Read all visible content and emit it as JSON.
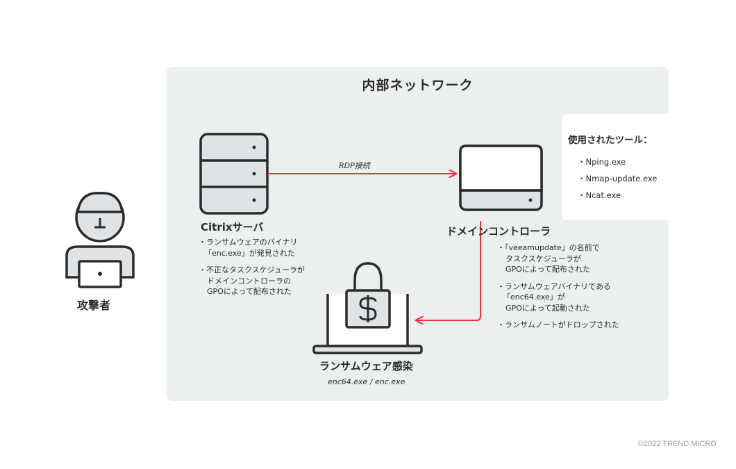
{
  "network": {
    "title": "内部ネットワーク"
  },
  "attacker": {
    "label": "攻撃者"
  },
  "citrix": {
    "label": "Citrixサーバ",
    "bullets": [
      [
        "・ランサムウェアのバイナリ",
        "「enc.exe」が発見された"
      ],
      [
        "・不正なタスクスケジューラが",
        "ドメインコントローラの",
        "GPOによって配布された"
      ]
    ]
  },
  "dc": {
    "label": "ドメインコントローラ",
    "bullets": [
      [
        "・「veeamupdate」の名前で",
        "タスクスケジューラが",
        "GPOによって配布された"
      ],
      [
        "・ランサムウェアバイナリである",
        "「enc64.exe」が",
        "GPOによって起動された"
      ],
      [
        "・ランサムノートがドロップされた"
      ]
    ]
  },
  "connection": {
    "label": "RDP接続"
  },
  "infection": {
    "label": "ランサムウェア感染",
    "files": "enc64.exe / enc.exe"
  },
  "tools": {
    "title": "使用されたツール：",
    "items": [
      "・Nping.exe",
      "・Nmap-update.exe",
      "・Ncat.exe"
    ]
  },
  "copyright": "©2022 TREND MICRO",
  "colors": {
    "panel": "#eceff0",
    "arrow": "#e8343a",
    "stroke": "#2b2b2b",
    "fill": "#dfe3e5"
  }
}
